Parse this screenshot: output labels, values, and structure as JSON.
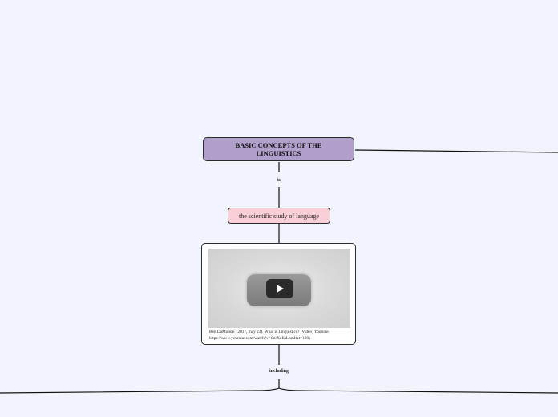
{
  "root": {
    "title": "BASIC CONCEPTS OF THE LINGUISTICS"
  },
  "links": {
    "is": "is",
    "including": "including"
  },
  "definition": {
    "text": "the scientific study of language"
  },
  "media": {
    "play_icon": "play-icon",
    "caption": "Ben DaMonde. (2017, may 23). What is Linguistics? [Video] Youtube. https://www.youtube.com/watch?v=SnrXeEaLomI&t=120s"
  },
  "colors": {
    "background": "#f1f4fd",
    "root_fill": "#b09ecb",
    "definition_fill": "#f9cfd7",
    "connector": "#111111"
  }
}
